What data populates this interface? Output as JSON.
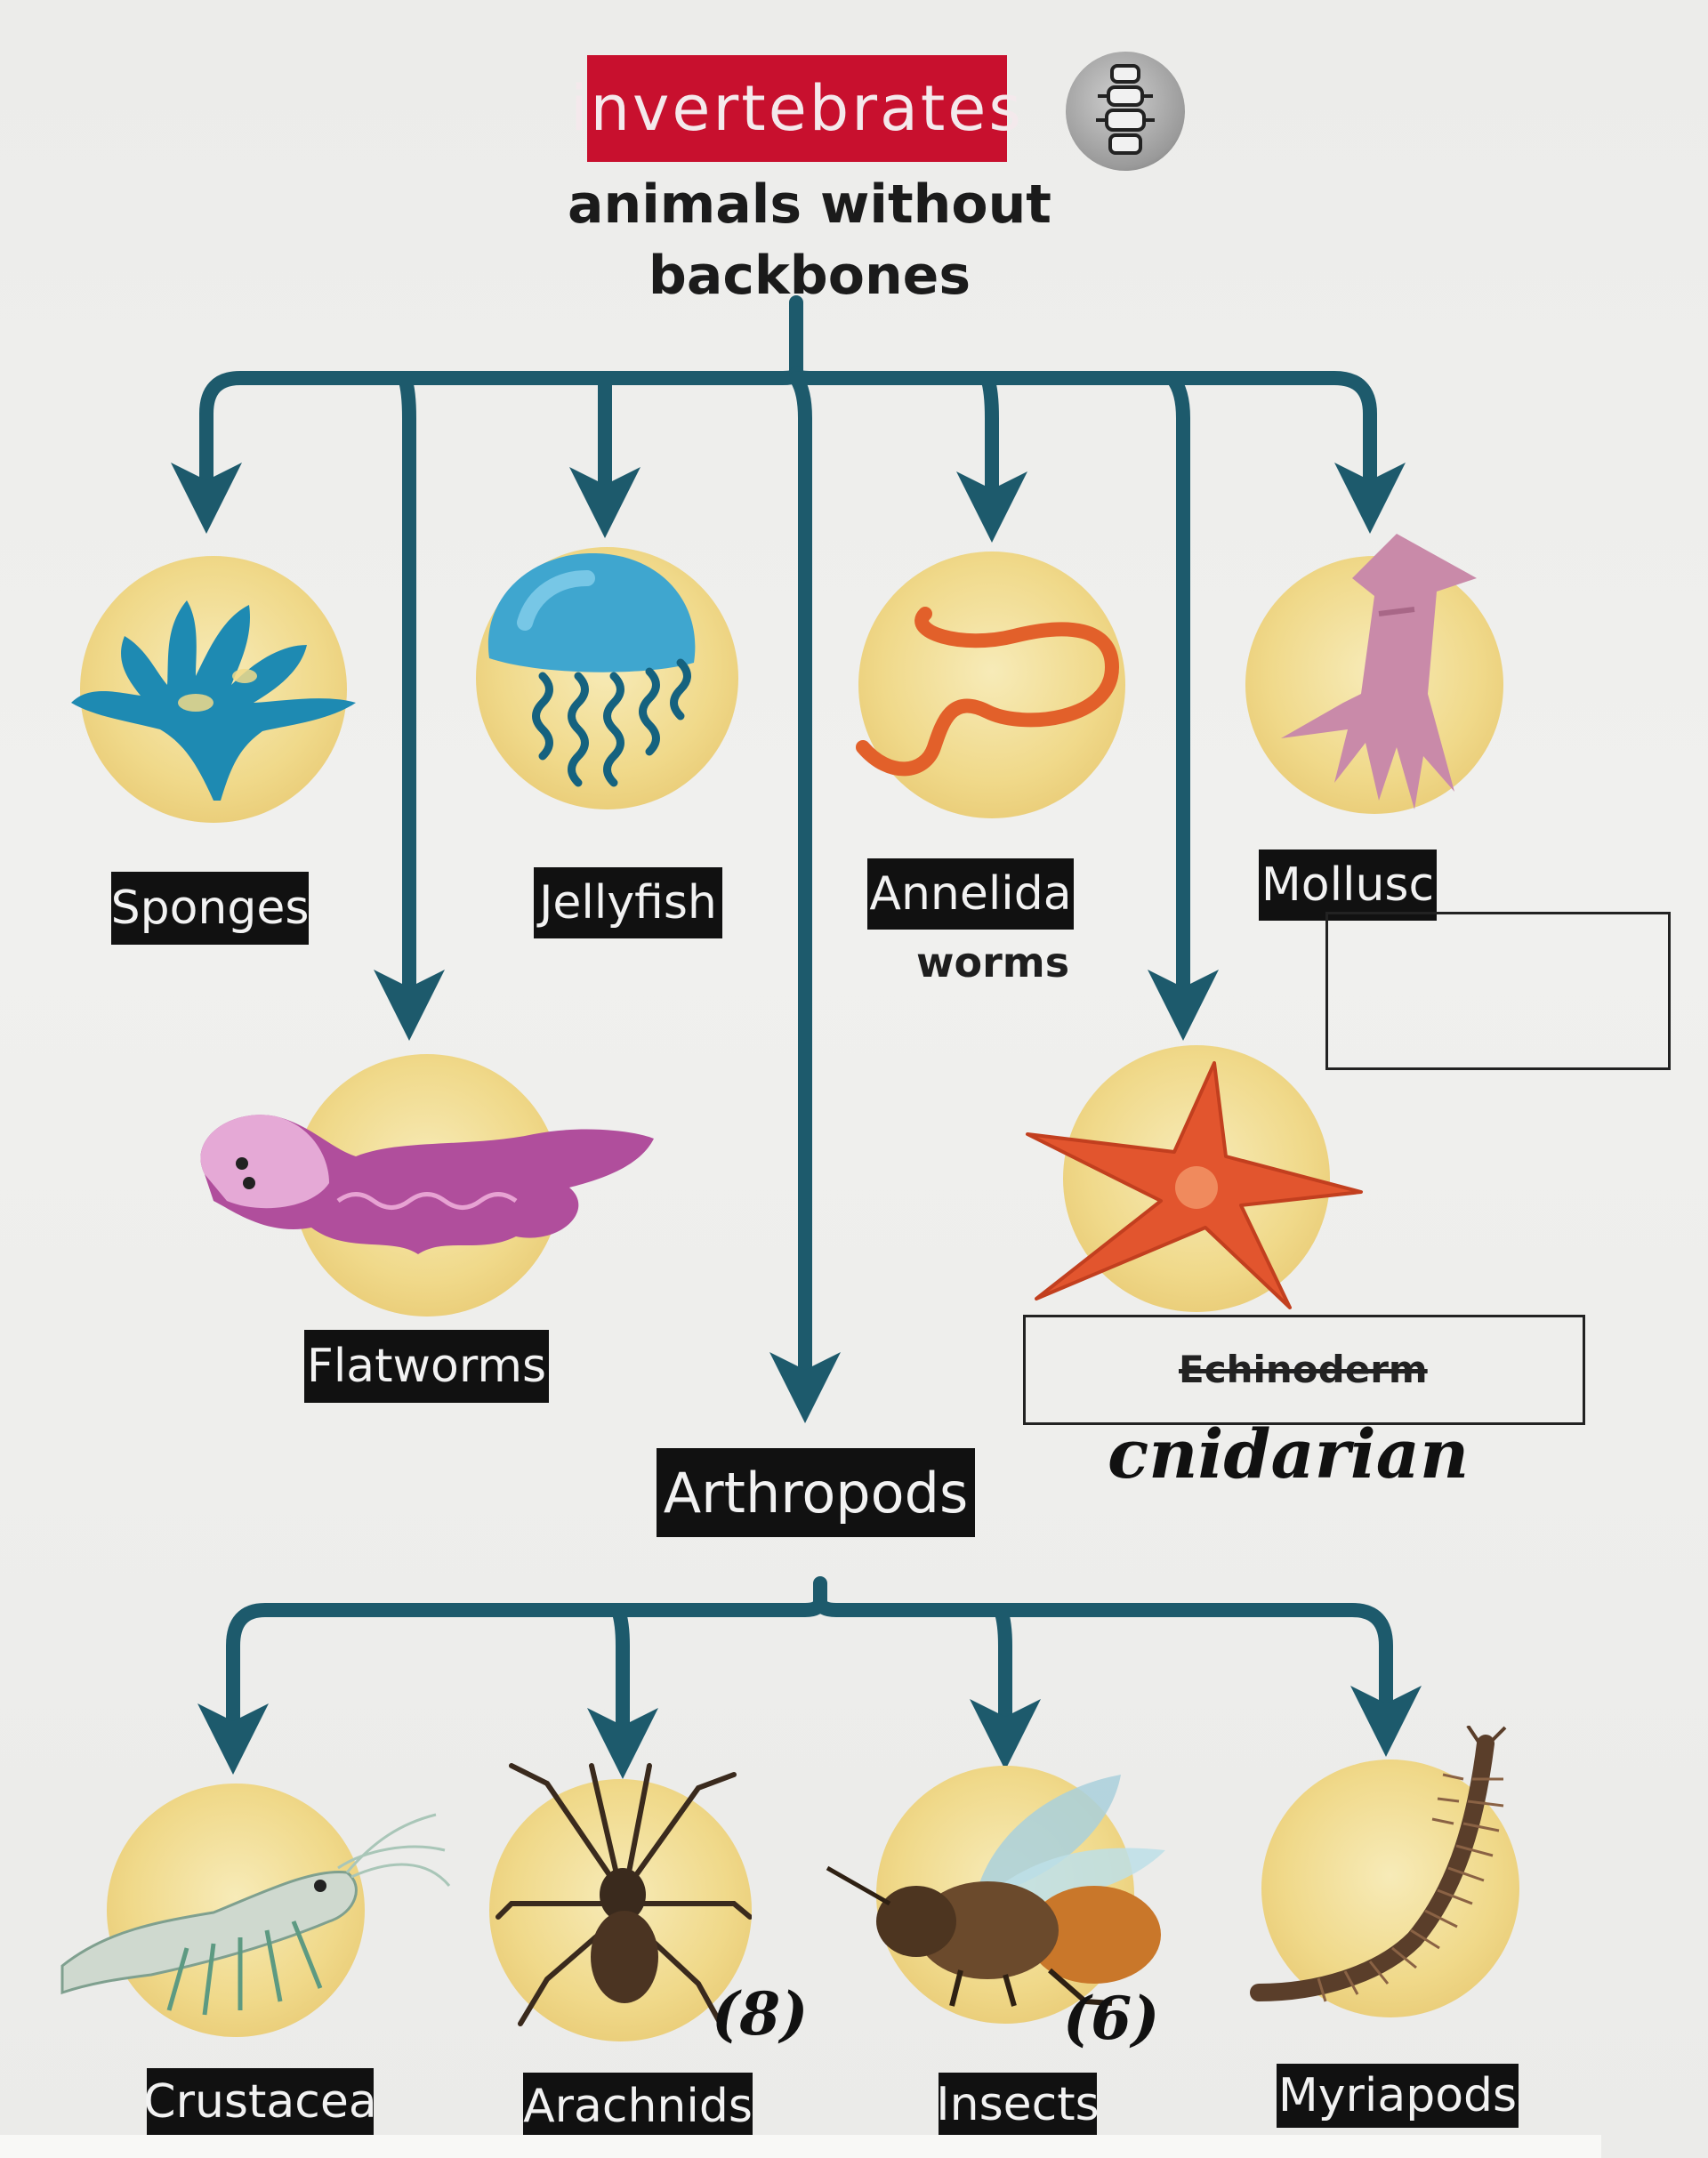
{
  "title": "invertebrates",
  "subtitle": "animals without backbones",
  "groups": [
    {
      "label": "Sponges"
    },
    {
      "label": "Jellyfish"
    },
    {
      "label": "Annelida",
      "note": "worms"
    },
    {
      "label": "Mollusc"
    },
    {
      "label": "Flatworms"
    },
    {
      "label": "Echinoderm",
      "struck": true,
      "handwritten_correction": "cnidarian"
    },
    {
      "label": "Arthropods"
    }
  ],
  "arthropods": [
    {
      "label": "Crustacea"
    },
    {
      "label": "Arachnids",
      "handwritten_note": "(8)"
    },
    {
      "label": "Insects",
      "handwritten_note": "(6)"
    },
    {
      "label": "Myriapods"
    }
  ],
  "colors": {
    "title_bg": "#c8102e",
    "arrow": "#1d5a6c",
    "circle": "#f0d98a",
    "label_bg": "#111111"
  }
}
